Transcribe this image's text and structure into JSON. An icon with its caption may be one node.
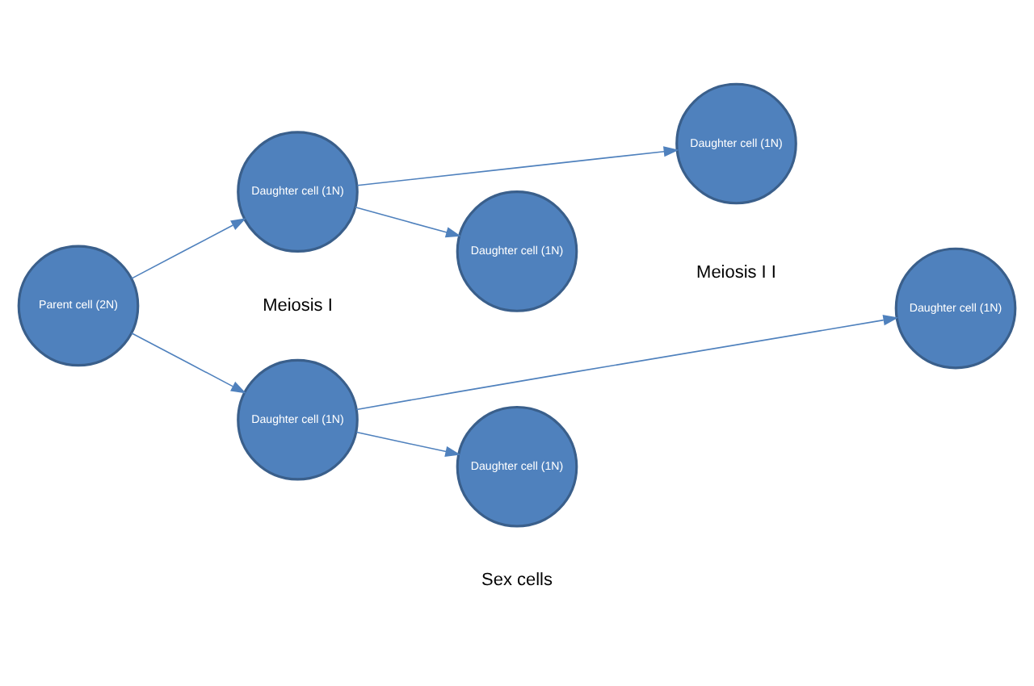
{
  "diagram": {
    "nodes": [
      {
        "text": [
          "Parent cell (2N)"
        ]
      },
      {
        "text": [
          "Daughter cell (1N)"
        ]
      },
      {
        "text": [
          "Daughter cell (1N)"
        ]
      },
      {
        "text": [
          "Daughter cell (1N)"
        ]
      },
      {
        "text": [
          "Daughter cell (1N)"
        ]
      },
      {
        "text": [
          "Daughter cell (1N)"
        ]
      },
      {
        "text": [
          "Daughter cell (1N)"
        ]
      }
    ],
    "edges": [
      {
        "from": 0,
        "to": 1,
        "arrow": "to"
      },
      {
        "from": 0,
        "to": 2,
        "arrow": "to"
      },
      {
        "from": 1,
        "to": 3,
        "arrow": "to"
      },
      {
        "from": 1,
        "to": 4,
        "arrow": "to"
      },
      {
        "from": 2,
        "to": 5,
        "arrow": "to"
      },
      {
        "from": 2,
        "to": 6,
        "arrow": "to"
      }
    ],
    "labels": [
      "Meiosis I",
      "Meiosis I I",
      "Sex cells"
    ]
  }
}
